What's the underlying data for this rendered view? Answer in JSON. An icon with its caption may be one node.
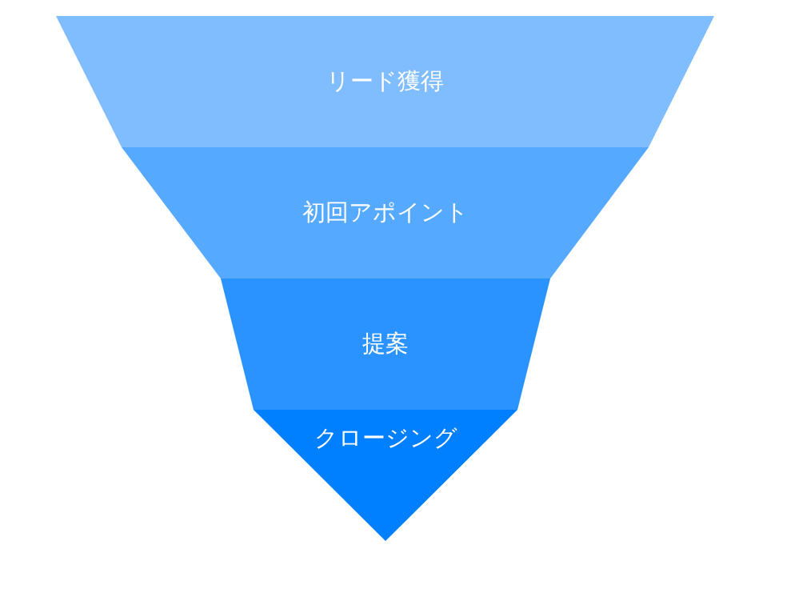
{
  "diagram": {
    "nodes": [
      {
        "text": [
          "リード獲得"
        ]
      },
      {
        "text": [
          "初回アポイント"
        ]
      },
      {
        "text": [
          "提案"
        ]
      },
      {
        "text": [
          "クロージング"
        ]
      }
    ]
  }
}
